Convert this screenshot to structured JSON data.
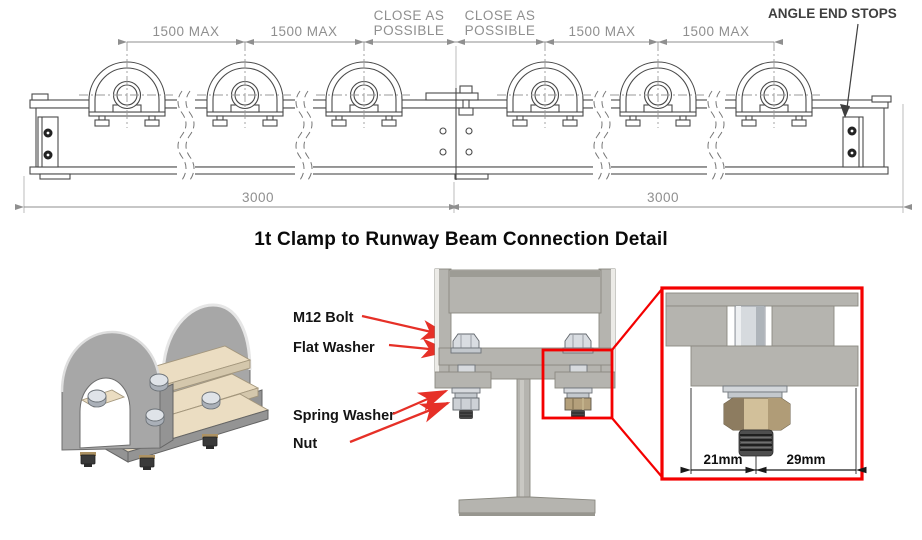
{
  "title": "1t Clamp to Runway Beam Connection Detail",
  "elevation": {
    "dims": {
      "d1": "1500 MAX",
      "d2": "1500 MAX",
      "d3a": "CLOSE AS",
      "d3b": "POSSIBLE",
      "d4a": "CLOSE AS",
      "d4b": "POSSIBLE",
      "d5": "1500 MAX",
      "d6": "1500 MAX",
      "beam_left_length": "3000",
      "beam_right_length": "3000"
    },
    "callout_angle_end_stops": "ANGLE END STOPS"
  },
  "connection": {
    "labels": {
      "m12_bolt": "M12 Bolt",
      "flat_washer": "Flat Washer",
      "spring_washer": "Spring Washer",
      "nut": "Nut"
    },
    "detail_dims": {
      "left": "21mm",
      "right": "29mm"
    }
  },
  "colors": {
    "arrow_red": "#e63027",
    "highlight_red": "#f40000",
    "dim_text_gray": "#8f8f8f",
    "drawing_line": "#4a4a4a",
    "steel_gray": "#b5b4af",
    "plate_cream": "#ebddc2",
    "brass_nut": "#c2ae87"
  }
}
